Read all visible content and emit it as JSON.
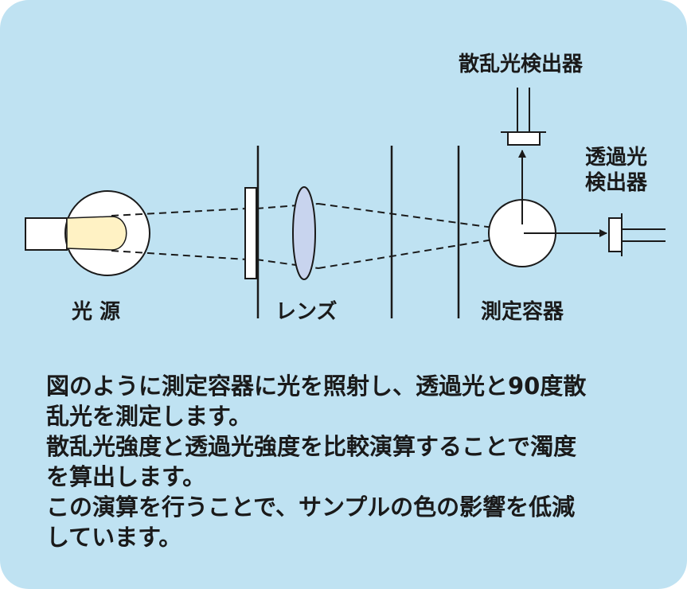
{
  "labels": {
    "light_source": "光 源",
    "lens": "レンズ",
    "container": "測定容器",
    "scatter_detector": "散乱光検出器",
    "transmitted_detector_line1": "透過光",
    "transmitted_detector_line2": "検出器"
  },
  "description": {
    "line1": "図のように測定容器に光を照射し、透過光と90度散",
    "line2": "乱光を測定します。",
    "line3": "散乱光強度と透過光強度を比較演算することで濁度",
    "line4": "を算出します。",
    "line5": "この演算を行うことで、サンプルの色の影響を低減",
    "line6": "しています。"
  },
  "colors": {
    "background": "#bfe2f2",
    "bulb_glow": "#fff2c4",
    "lens_fill": "#c8d4ee",
    "stroke": "#1a1a1a",
    "white": "#ffffff"
  }
}
